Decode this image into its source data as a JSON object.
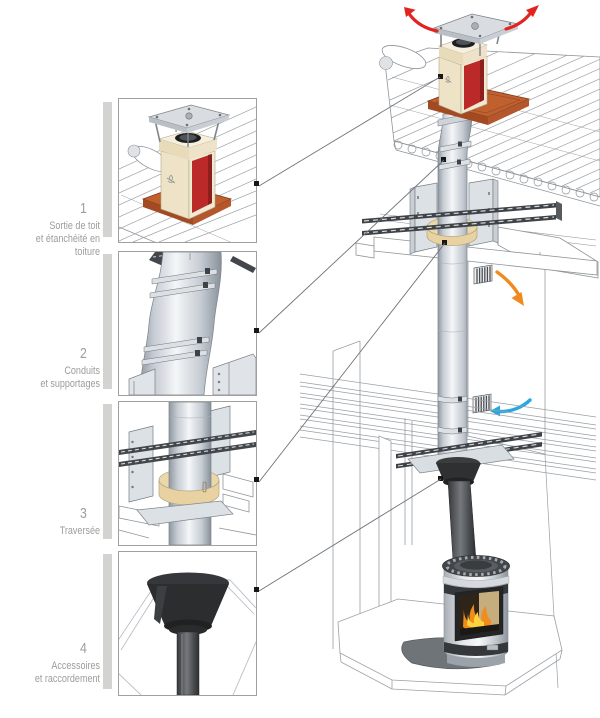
{
  "figure": {
    "type": "chimney-installation-diagram",
    "language": "fr"
  },
  "steps": [
    {
      "number": "1",
      "lines": [
        "Sortie de toit",
        "et étanchéité en toiture"
      ],
      "thumbnail": "roof-outlet"
    },
    {
      "number": "2",
      "lines": [
        "Conduits",
        "et supportages"
      ],
      "thumbnail": "flue-sections-and-supports"
    },
    {
      "number": "3",
      "lines": [
        "Traversée"
      ],
      "thumbnail": "floor-crossing"
    },
    {
      "number": "4",
      "lines": [
        "Accessoires",
        "et raccordement"
      ],
      "thumbnail": "ceiling-trim-and-connector"
    }
  ],
  "icons": [
    {
      "name": "swivel-arrows-icon",
      "meaning": "rotating top plate",
      "color": "#e02420"
    },
    {
      "name": "warm-air-arrow-icon",
      "meaning": "warm air outlet",
      "color": "#f18a1e"
    },
    {
      "name": "cold-air-arrow-icon",
      "meaning": "cool air intake",
      "color": "#2aa7e0"
    },
    {
      "name": "callout-marker",
      "meaning": "links thumbnail to main drawing",
      "color": "#161616"
    }
  ],
  "colors": {
    "label_gray": "#9c9c9b",
    "bar_gray": "#d3d3d2",
    "box_border": "#a0a09f",
    "marker_black": "#161616",
    "leader_gray": "#6f7478",
    "arrow_red": "#e02420",
    "panel_red": "#bb2a28",
    "arrow_orange": "#f18a1e",
    "arrow_blue": "#2aa7e0",
    "terracotta": "#c0602f",
    "cream": "#eee3c6",
    "insulation_tan": "#ead8ab",
    "fire_orange": "#ef8c1a",
    "fire_yellow": "#ffd23f",
    "flue_steel": "#c6ccd3",
    "connector_dark": "#46484b"
  }
}
